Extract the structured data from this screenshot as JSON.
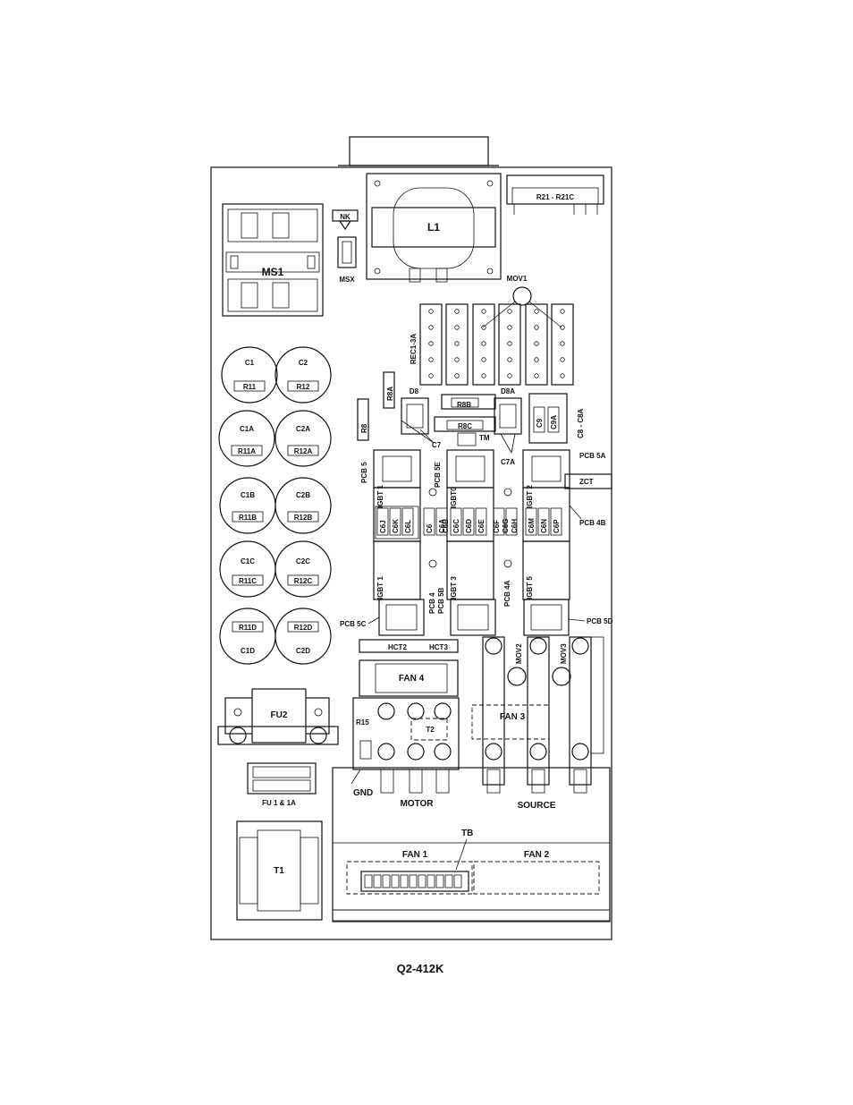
{
  "caption": "Q2-412K",
  "labels": {
    "ms1": "MS1",
    "nk": "NK",
    "msx": "MSX",
    "l1": "L1",
    "r21": "R21 - R21C",
    "mov1": "MOV1",
    "rec": "REC1-3A",
    "c1": "C1",
    "r11": "R11",
    "c2": "C2",
    "r12": "R12",
    "c1a": "C1A",
    "r11a": "R11A",
    "c2a": "C2A",
    "r12a": "R12A",
    "c1b": "C1B",
    "r11b": "R11B",
    "c2b": "C2B",
    "r12b": "R12B",
    "c1c": "C1C",
    "r11c": "R11C",
    "c2c": "C2C",
    "r12c": "R12C",
    "r11d": "R11D",
    "c1d": "C1D",
    "r12d": "R12D",
    "c2d": "C2D",
    "d8": "D8",
    "r8a": "R8A",
    "r8": "R8",
    "r8b": "R8B",
    "r8c": "R8C",
    "tm": "TM",
    "d8a": "D8A",
    "c9": "C9",
    "c9a": "C9A",
    "c8": "C8 - C8A",
    "c7": "C7",
    "c7a": "C7A",
    "pcb5": "PCB 5",
    "pcb5e": "PCB 5E",
    "pcb5a": "PCB 5A",
    "zct": "ZCT",
    "igbt1": "IGBT 1",
    "igbt0": "IGBT0",
    "igbt2": "IGBT 2",
    "igbt1b": "IGBT 1",
    "igbt3": "IGBT 3",
    "igbt5": "IGBT 5",
    "c6j": "C6J",
    "c6k": "C6K",
    "c6l": "C6L",
    "c6": "C6",
    "c6a": "C6A",
    "c6b": "C6B",
    "c6c": "C6C",
    "c6d": "C6D",
    "c6e": "C6E",
    "c6f": "C6F",
    "c6g": "C6G",
    "c6h": "C6H",
    "c6m": "C6M",
    "c6n": "C6N",
    "c6p": "C6P",
    "pcb4b": "PCB 4B",
    "pcb4": "PCB 4",
    "pcb5b": "PCB 5B",
    "pcb4a": "PCB 4A",
    "pcb5c": "PCB 5C",
    "pcb5d": "PCB 5D",
    "hct2": "HCT2",
    "hct3": "HCT3",
    "mov2": "MOV2",
    "mov3": "MOV3",
    "fan4": "FAN 4",
    "fu2": "FU2",
    "r15": "R15",
    "t2": "T2",
    "fan3": "FAN 3",
    "gnd": "GND",
    "motor": "MOTOR",
    "source": "SOURCE",
    "fu1": "FU 1 & 1A",
    "tb": "TB",
    "fan1": "FAN 1",
    "fan2": "FAN 2",
    "t1": "T1"
  }
}
